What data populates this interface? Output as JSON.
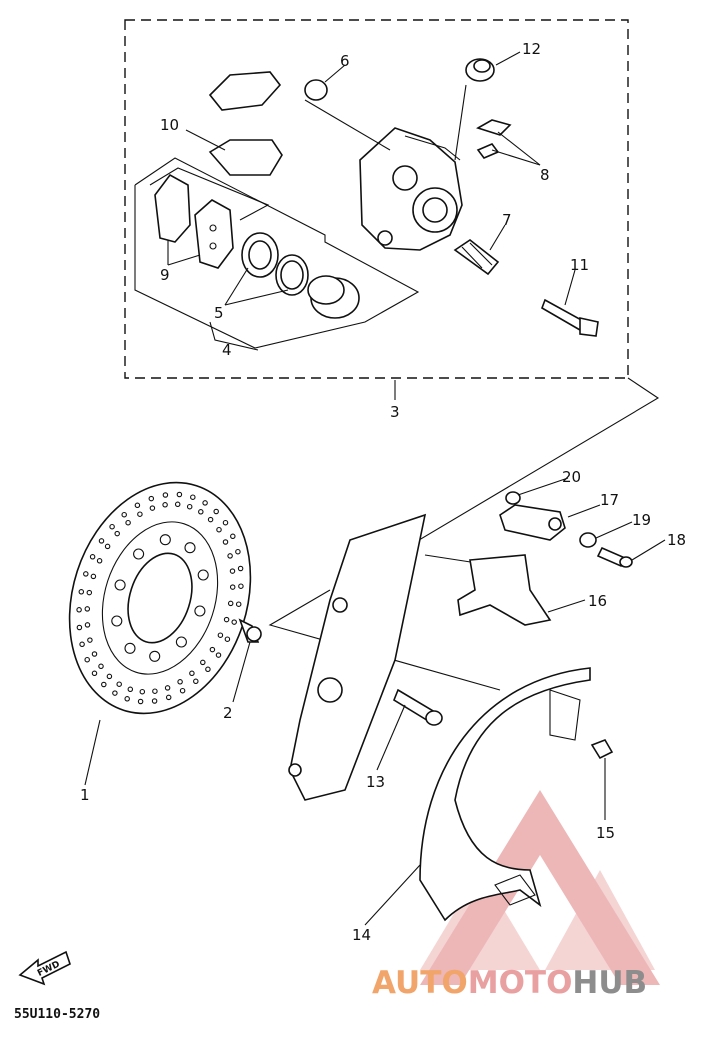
{
  "labels": {
    "p1": "1",
    "p2": "2",
    "p3": "3",
    "p4": "4",
    "p5": "5",
    "p6": "6",
    "p7": "7",
    "p8": "8",
    "p9": "9",
    "p10": "10",
    "p11": "11",
    "p12": "12",
    "p13": "13",
    "p14": "14",
    "p15": "15",
    "p16": "16",
    "p17": "17",
    "p18": "18",
    "p19": "19",
    "p20": "20"
  },
  "fwd": "FWD",
  "code": "55U110-5270",
  "watermark": {
    "part1": "AUTO",
    "part2": "MOTO",
    "part3": "HUB",
    "color1": "#f1a56a",
    "color2": "#e9a0a0",
    "color3": "#8d8d8d"
  }
}
